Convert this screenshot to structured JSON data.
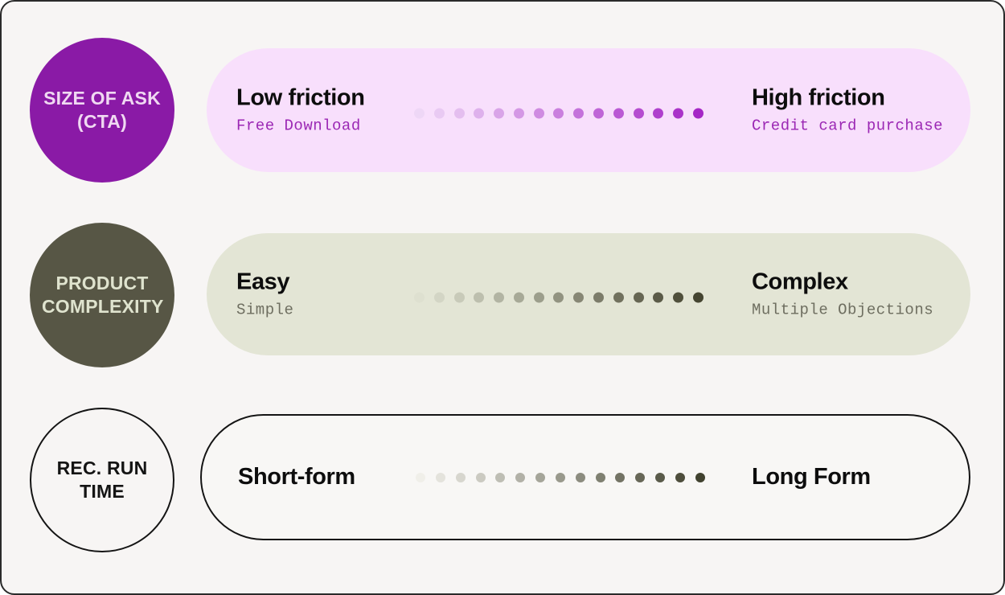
{
  "page": {
    "background": "#f7f5f4",
    "frame_border": "#2a2a2a"
  },
  "rows": [
    {
      "id": "size-of-ask",
      "circle_label": "SIZE OF ASK (CTA)",
      "circle_bg": "#8a1aa6",
      "circle_text": "#f0d9f2",
      "pill_bg": "#f8dffc",
      "left_title": "Low friction",
      "left_subtitle": "Free Download",
      "right_title": "High friction",
      "right_subtitle": "Credit card purchase",
      "title_color": "#0d0d0d",
      "subtitle_color": "#9b27b4",
      "dots": {
        "count": 15,
        "size": 13,
        "from": "#eed7f6",
        "to": "#a526c6"
      }
    },
    {
      "id": "product-complexity",
      "circle_label": "PRODUCT COMPLEXITY",
      "circle_bg": "#575645",
      "circle_text": "#dfe3ce",
      "pill_bg": "#e3e5d5",
      "left_title": "Easy",
      "left_subtitle": "Simple",
      "right_title": "Complex",
      "right_subtitle": "Multiple Objections",
      "title_color": "#0d0d0d",
      "subtitle_color": "#6e6e60",
      "dots": {
        "count": 15,
        "size": 13,
        "from": "#dee0d0",
        "to": "#454531"
      }
    },
    {
      "id": "rec-run-time",
      "circle_label": "REC. RUN TIME",
      "circle_text": "#141414",
      "outline_color": "#141414",
      "pill_bg": "#f8f7f5",
      "left_title": "Short-form",
      "right_title": "Long Form",
      "title_color": "#0d0d0d",
      "dots": {
        "count": 15,
        "size": 12,
        "from": "#f0efe9",
        "to": "#41422f"
      }
    }
  ]
}
